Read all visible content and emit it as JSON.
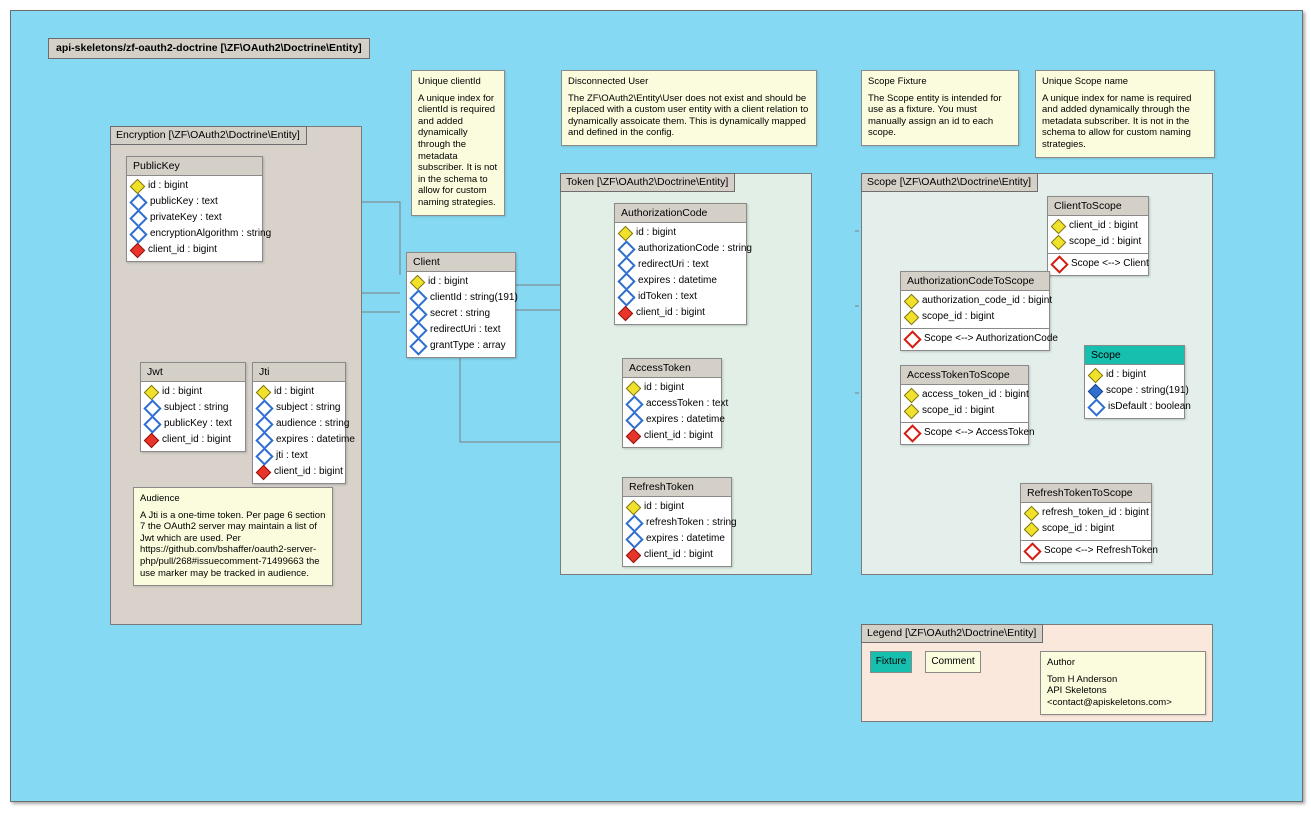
{
  "diagram": {
    "title": "api-skeletons/zf-oauth2-doctrine [\\ZF\\OAuth2\\Doctrine\\Entity]",
    "canvas_color": "#85d9f2",
    "fixture_color": "#16bfae",
    "note_color": "#fbfbdd",
    "header_color": "#d4d0c8"
  },
  "packages": {
    "encryption": {
      "label": "Encryption [\\ZF\\OAuth2\\Doctrine\\Entity]",
      "bg": "#d8d2cb"
    },
    "token": {
      "label": "Token [\\ZF\\OAuth2\\Doctrine\\Entity]",
      "bg": "#e1efe6"
    },
    "scope": {
      "label": "Scope [\\ZF\\OAuth2\\Doctrine\\Entity]",
      "bg": "#e4efec"
    },
    "legend": {
      "label": "Legend [\\ZF\\OAuth2\\Doctrine\\Entity]",
      "bg": "#fbe8dd"
    }
  },
  "entities": {
    "publicKey": {
      "name": "PublicKey",
      "fields": [
        {
          "icon": "pk",
          "text": "id : bigint"
        },
        {
          "icon": "fld",
          "text": "publicKey : text"
        },
        {
          "icon": "fld",
          "text": "privateKey : text"
        },
        {
          "icon": "fld",
          "text": "encryptionAlgorithm : string"
        },
        {
          "icon": "fk",
          "text": "client_id : bigint"
        }
      ]
    },
    "jwt": {
      "name": "Jwt",
      "fields": [
        {
          "icon": "pk",
          "text": "id : bigint"
        },
        {
          "icon": "fld",
          "text": "subject : string"
        },
        {
          "icon": "fld",
          "text": "publicKey : text"
        },
        {
          "icon": "fk",
          "text": "client_id : bigint"
        }
      ]
    },
    "jti": {
      "name": "Jti",
      "fields": [
        {
          "icon": "pk",
          "text": "id : bigint"
        },
        {
          "icon": "fld",
          "text": "subject : string"
        },
        {
          "icon": "fld",
          "text": "audience : string"
        },
        {
          "icon": "fld",
          "text": "expires : datetime"
        },
        {
          "icon": "fld",
          "text": "jti : text"
        },
        {
          "icon": "fk",
          "text": "client_id : bigint"
        }
      ]
    },
    "client": {
      "name": "Client",
      "fields": [
        {
          "icon": "pk",
          "text": "id : bigint"
        },
        {
          "icon": "fld",
          "text": "clientId : string(191)"
        },
        {
          "icon": "fld",
          "text": "secret : string"
        },
        {
          "icon": "fld",
          "text": "redirectUri : text"
        },
        {
          "icon": "fld",
          "text": "grantType : array"
        }
      ]
    },
    "authorizationCode": {
      "name": "AuthorizationCode",
      "fields": [
        {
          "icon": "pk",
          "text": "id : bigint"
        },
        {
          "icon": "fld",
          "text": "authorizationCode : string"
        },
        {
          "icon": "fld",
          "text": "redirectUri : text"
        },
        {
          "icon": "fld",
          "text": "expires : datetime"
        },
        {
          "icon": "fld",
          "text": "idToken : text"
        },
        {
          "icon": "fk",
          "text": "client_id : bigint"
        }
      ]
    },
    "accessToken": {
      "name": "AccessToken",
      "fields": [
        {
          "icon": "pk",
          "text": "id : bigint"
        },
        {
          "icon": "fld",
          "text": "accessToken : text"
        },
        {
          "icon": "fld",
          "text": "expires : datetime"
        },
        {
          "icon": "fk",
          "text": "client_id : bigint"
        }
      ]
    },
    "refreshToken": {
      "name": "RefreshToken",
      "fields": [
        {
          "icon": "pk",
          "text": "id : bigint"
        },
        {
          "icon": "fld",
          "text": "refreshToken : string"
        },
        {
          "icon": "fld",
          "text": "expires : datetime"
        },
        {
          "icon": "fk",
          "text": "client_id : bigint"
        }
      ]
    },
    "clientToScope": {
      "name": "ClientToScope",
      "fields": [
        {
          "icon": "pk",
          "text": "client_id : bigint"
        },
        {
          "icon": "pk",
          "text": "scope_id : bigint"
        }
      ],
      "relations": [
        {
          "icon": "rel",
          "text": "Scope <--> Client"
        }
      ]
    },
    "authorizationCodeToScope": {
      "name": "AuthorizationCodeToScope",
      "fields": [
        {
          "icon": "pk",
          "text": "authorization_code_id : bigint"
        },
        {
          "icon": "pk",
          "text": "scope_id : bigint"
        }
      ],
      "relations": [
        {
          "icon": "rel",
          "text": "Scope <--> AuthorizationCode"
        }
      ]
    },
    "accessTokenToScope": {
      "name": "AccessTokenToScope",
      "fields": [
        {
          "icon": "pk",
          "text": "access_token_id : bigint"
        },
        {
          "icon": "pk",
          "text": "scope_id : bigint"
        }
      ],
      "relations": [
        {
          "icon": "rel",
          "text": "Scope <--> AccessToken"
        }
      ]
    },
    "refreshTokenToScope": {
      "name": "RefreshTokenToScope",
      "fields": [
        {
          "icon": "pk",
          "text": "refresh_token_id : bigint"
        },
        {
          "icon": "pk",
          "text": "scope_id : bigint"
        }
      ],
      "relations": [
        {
          "icon": "rel",
          "text": "Scope <--> RefreshToken"
        }
      ]
    },
    "scope": {
      "name": "Scope",
      "fixture": true,
      "fields": [
        {
          "icon": "pk",
          "text": "id : bigint"
        },
        {
          "icon": "fld-solid",
          "text": "scope : string(191)"
        },
        {
          "icon": "fld",
          "text": "isDefault : boolean"
        }
      ]
    }
  },
  "notes": {
    "uniqueClientId": {
      "title": "Unique clientId",
      "body": "A unique index for clientId is required and added dynamically through the metadata subscriber.  It is not in the schema to allow for custom naming strategies."
    },
    "disconnectedUser": {
      "title": "Disconnected User",
      "body": "The ZF\\OAuth2\\Entity\\User does not exist and should be replaced with a custom user entity with a client relation to dynamically assoicate them.  This is dynamically mapped and defined in the config."
    },
    "scopeFixture": {
      "title": "Scope Fixture",
      "body": "The Scope entity is intended for use as a fixture.  You must manually assign an id to each scope."
    },
    "uniqueScopeName": {
      "title": "Unique Scope name",
      "body": "A unique index for name is required and added dynamically through the metadata subscriber.  It is not in the schema to allow for custom naming strategies."
    },
    "audience": {
      "title": "Audience",
      "body": "A Jti is a one-time token.  Per page 6 section 7 the OAuth2 server may maintain a list of Jwt which are used.  Per https://github.com/bshaffer/oauth2-server-php/pull/268#issuecomment-71499663 the use marker may be tracked in audience."
    },
    "author": {
      "title": "Author",
      "body": "Tom H Anderson\nAPI Skeletons\n<contact@apiskeletons.com>"
    }
  },
  "legend": {
    "fixture_label": "Fixture",
    "comment_label": "Comment"
  }
}
